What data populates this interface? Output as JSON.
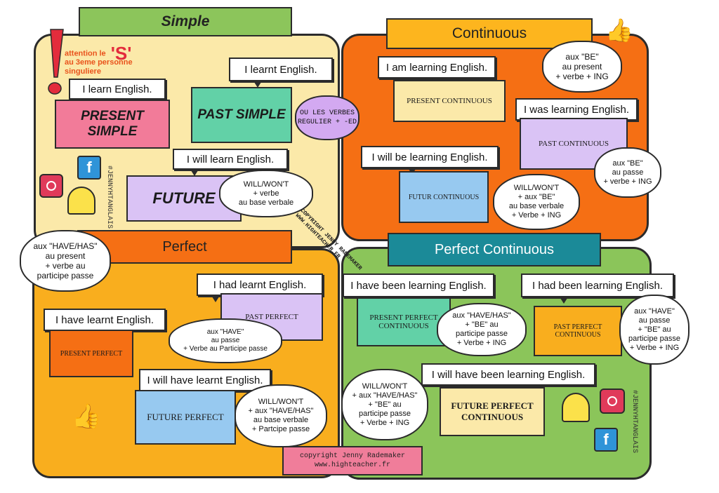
{
  "quadrants": {
    "simple": {
      "title": "Simple",
      "note_s": "'S'",
      "note_line1": "attention le",
      "note_line2": "au 3eme personne singuliere",
      "present": {
        "sentence": "I learn English.",
        "label": "PRESENT SIMPLE"
      },
      "past": {
        "sentence": "I learnt English.",
        "label": "PAST SIMPLE",
        "cloud": [
          "OU LES VERBES",
          "REGULIER + -ED"
        ]
      },
      "future": {
        "sentence": "I will learn English.",
        "label": "FUTURE",
        "cloud": [
          "WILL/WON'T",
          "+ verbe",
          "au base verbale"
        ]
      },
      "hashtag": "#JENNYHTANGLAIS"
    },
    "continuous": {
      "title": "Continuous",
      "cloud_top": [
        "aux \"BE\"",
        "au present",
        "+ verbe + ING"
      ],
      "present": {
        "sentence": "I am learning English.",
        "label": "PRESENT CONTINUOUS"
      },
      "past": {
        "sentence": "I was learning English.",
        "label": "PAST CONTINUOUS",
        "cloud": [
          "aux \"BE\"",
          "au passe",
          "+ verbe + ING"
        ]
      },
      "future": {
        "sentence": "I will be learning English.",
        "label": "FUTUR CONTINUOUS",
        "cloud": [
          "WILL/WON'T",
          "+ aux \"BE\"",
          "au base verbale",
          "+ Verbe + ING"
        ]
      }
    },
    "perfect": {
      "title": "Perfect",
      "cloud_left": [
        "aux \"HAVE/HAS\"",
        "au present",
        "+ verbe au",
        "participe passe"
      ],
      "past": {
        "sentence": "I had learnt English.",
        "label": "PAST PERFECT",
        "cloud": [
          "aux \"HAVE\"",
          "au passe",
          "+ Verbe au Participe passe"
        ]
      },
      "present": {
        "sentence": "I have learnt English.",
        "label": "PRESENT PERFECT"
      },
      "future": {
        "sentence": "I will have learnt English.",
        "label": "FUTURE PERFECT",
        "cloud": [
          "WILL/WON'T",
          "+ aux \"HAVE/HAS\"",
          "au base verbale",
          "+ Partcipe passe"
        ]
      }
    },
    "perfect_continuous": {
      "title": "Perfect Continuous",
      "present": {
        "sentence": "I have been learning English.",
        "label": "PRESENT PERFECT CONTINUOUS",
        "cloud": [
          "aux \"HAVE/HAS\"",
          "+ \"BE\" au",
          "participe passe",
          "+ Verbe + ING"
        ]
      },
      "past": {
        "sentence": "I had been learning English.",
        "label": "PAST PERFECT CONTINUOUS",
        "cloud": [
          "aux \"HAVE\"",
          "au passe",
          "+ \"BE\" au",
          "participe passe",
          "+ Verbe + ING"
        ]
      },
      "future": {
        "sentence": "I will have been learning English.",
        "label": "FUTURE PERFECT CONTINUOUS",
        "cloud": [
          "WILL/WON'T",
          "+ aux \"HAVE/HAS\"",
          "+ \"BE\" au",
          "participe passe",
          "+ Verbe + ING"
        ]
      },
      "hashtag": "#JENNYHTANGLAIS"
    }
  },
  "center_copyright": [
    "COPYRIGHT JENNY RADEMAKER",
    "WWW.HIGHTEACHER.FR"
  ],
  "footer": {
    "line1": "copyright Jenny Rademaker",
    "line2": "www.highteacher.fr"
  },
  "colors": {
    "simple": "#fbe9a9",
    "continuous": "#f56f14",
    "perfect": "#f9ae1e",
    "perfect_continuous": "#8bc55a"
  }
}
